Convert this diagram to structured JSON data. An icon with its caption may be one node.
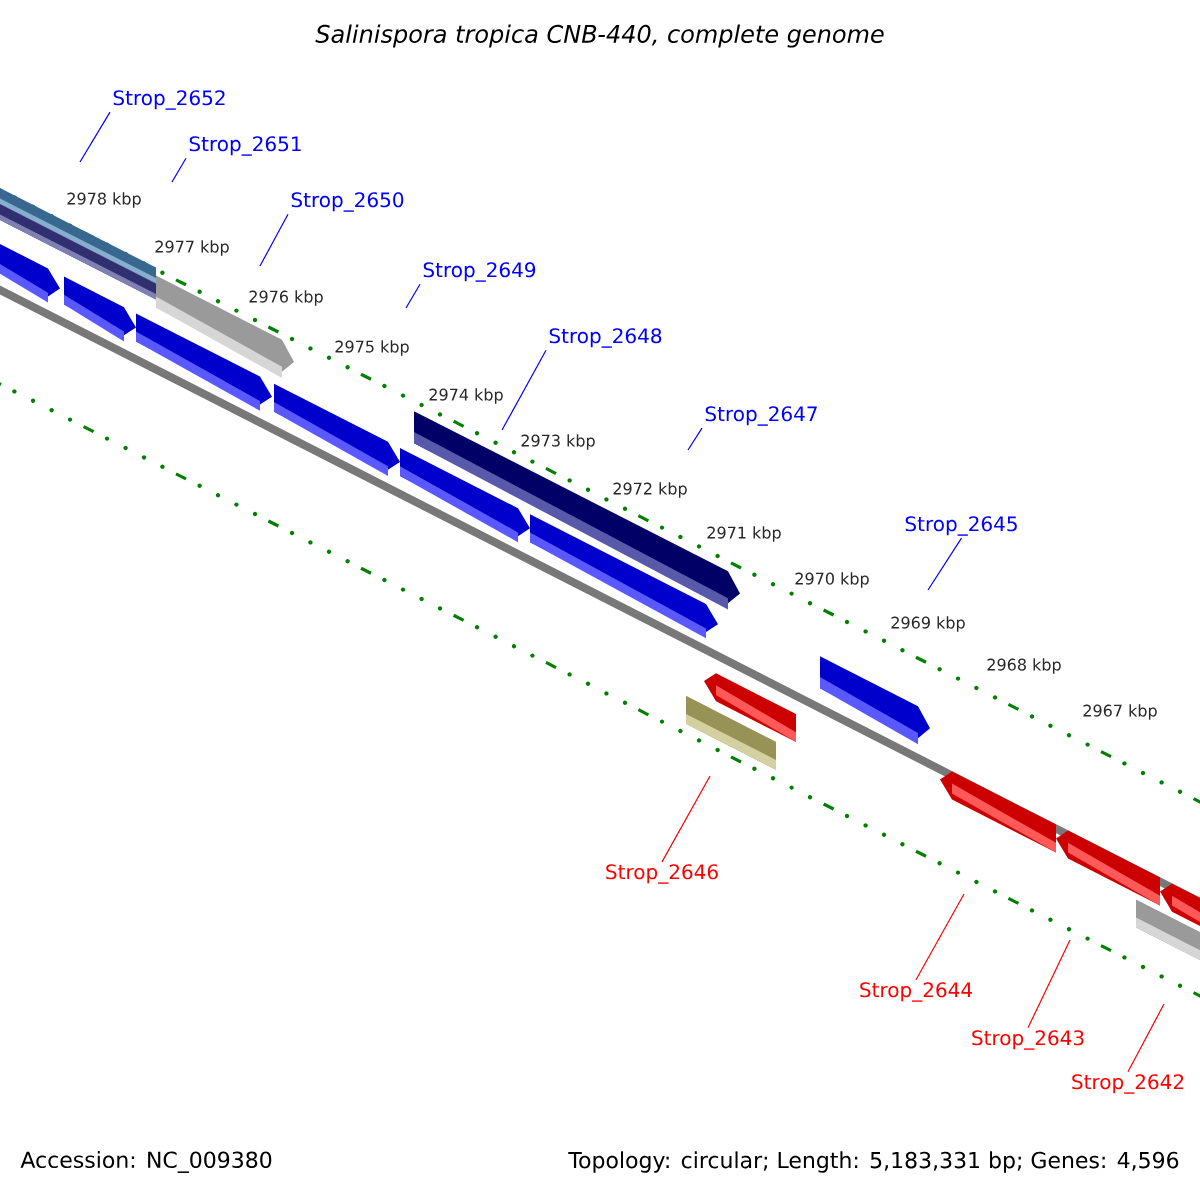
{
  "diagram": {
    "title": "Salinispora tropica CNB-440, complete genome",
    "nodes": [
      {
        "text": [
          "Strop_2652"
        ]
      },
      {
        "text": [
          "Strop_2651"
        ]
      },
      {
        "text": [
          "Strop_2650"
        ]
      },
      {
        "text": [
          "Strop_2649"
        ]
      },
      {
        "text": [
          "Strop_2648"
        ]
      },
      {
        "text": [
          "Strop_2647"
        ]
      },
      {
        "text": [
          "Strop_2645"
        ]
      },
      {
        "text": [
          "Strop_2646"
        ]
      },
      {
        "text": [
          "Strop_2644"
        ]
      },
      {
        "text": [
          "Strop_2643"
        ]
      },
      {
        "text": [
          "Strop_2642"
        ]
      }
    ],
    "edges": [
      {
        "from": 0,
        "to": null,
        "arrow": "none"
      },
      {
        "from": 1,
        "to": null,
        "arrow": "none"
      },
      {
        "from": 2,
        "to": null,
        "arrow": "none"
      },
      {
        "from": 3,
        "to": null,
        "arrow": "none"
      },
      {
        "from": 4,
        "to": null,
        "arrow": "none"
      },
      {
        "from": 5,
        "to": null,
        "arrow": "none"
      },
      {
        "from": 6,
        "to": null,
        "arrow": "none"
      },
      {
        "from": 7,
        "to": null,
        "arrow": "none",
        "color": "#ff0000"
      },
      {
        "from": 8,
        "to": null,
        "arrow": "none",
        "color": "#ff0000"
      },
      {
        "from": 9,
        "to": null,
        "arrow": "none",
        "color": "#ff0000"
      },
      {
        "from": 10,
        "to": null,
        "arrow": "none",
        "color": "#ff0000"
      }
    ],
    "labels": [
      "2978 kbp",
      "2977 kbp",
      "2976 kbp",
      "2975 kbp",
      "2974 kbp",
      "2973 kbp",
      "2972 kbp",
      "2971 kbp",
      "2970 kbp",
      "2969 kbp",
      "2968 kbp",
      "2967 kbp",
      "Accession: NC_009380",
      "Topology: circular; Length: 5,183,331 bp; Genes: 4,596"
    ]
  }
}
